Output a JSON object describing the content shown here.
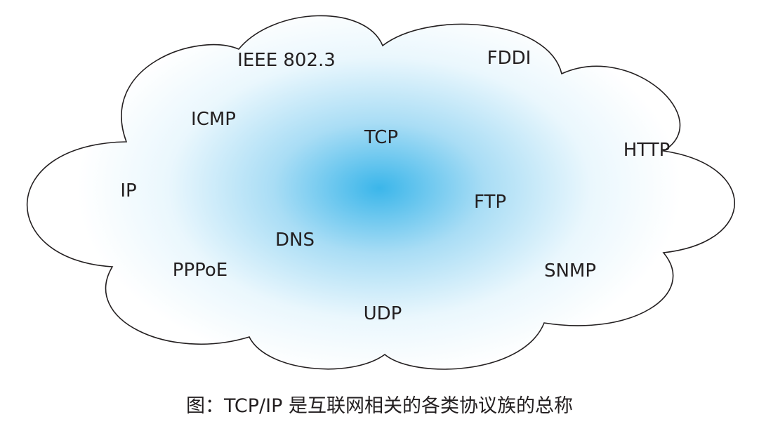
{
  "diagram": {
    "colors": {
      "cloud_center": "#3bb6ea",
      "cloud_edge": "#ffffff",
      "outline": "#231f20",
      "text": "#231f20"
    },
    "protocols": {
      "ieee_802_3": "IEEE 802.3",
      "fddi": "FDDI",
      "icmp": "ICMP",
      "tcp": "TCP",
      "http": "HTTP",
      "ip": "IP",
      "ftp": "FTP",
      "dns": "DNS",
      "pppoe": "PPPoE",
      "snmp": "SNMP",
      "udp": "UDP"
    },
    "caption": "图：TCP/IP 是互联网相关的各类协议族的总称"
  }
}
